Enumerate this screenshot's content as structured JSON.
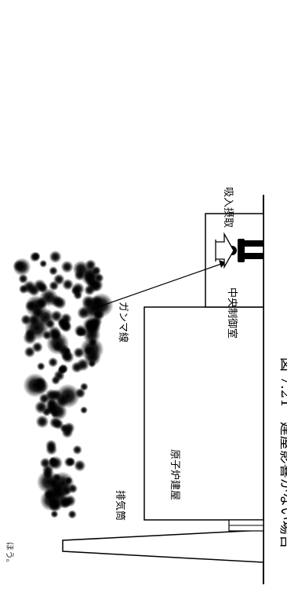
{
  "figure": {
    "caption": "図 7.21　建屋影響がない場合",
    "corner_fragment": "ほう。"
  },
  "labels": {
    "stack": "排気筒",
    "reactor_building": "原子炉建屋",
    "control_room": "中央制御室",
    "gamma_rays": "ガンマ線",
    "inhalation": "吸入摂取"
  },
  "colors": {
    "line": "#000000",
    "background": "#ffffff",
    "plume": "#000000"
  },
  "icons": [
    "person-icon",
    "down-arrow-icon"
  ]
}
